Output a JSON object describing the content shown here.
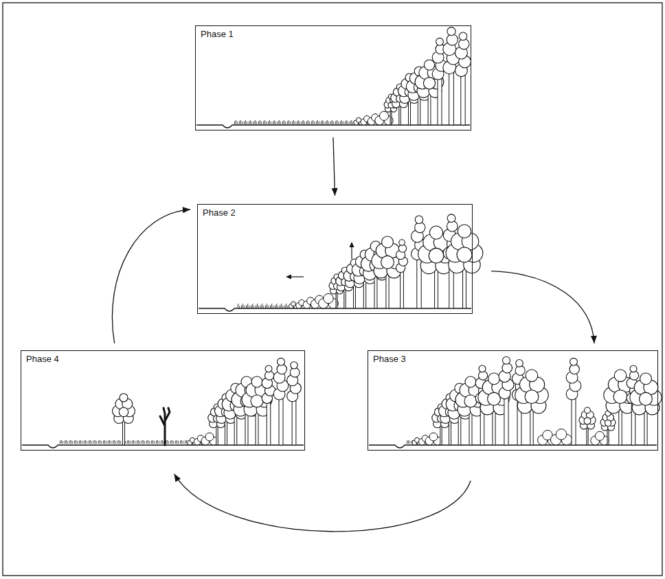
{
  "diagram": {
    "nodes": [
      {
        "text": [
          "Phase 1"
        ]
      },
      {
        "text": [
          "Phase 2"
        ]
      },
      {
        "text": [
          "Phase 3"
        ]
      },
      {
        "text": [
          "Phase 4"
        ]
      }
    ],
    "edges": [
      {
        "from": 0,
        "to": 1,
        "arrow": "to"
      },
      {
        "from": 1,
        "to": 2,
        "arrow": "to"
      },
      {
        "from": 2,
        "to": 3,
        "arrow": "to"
      },
      {
        "from": 3,
        "to": 1,
        "arrow": "to"
      }
    ]
  }
}
